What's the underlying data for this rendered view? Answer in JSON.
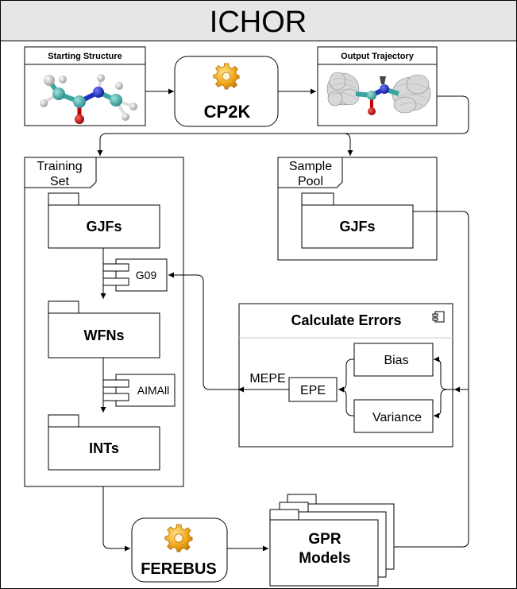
{
  "header": {
    "title": "ICHOR"
  },
  "starting_structure": {
    "label": "Starting Structure"
  },
  "cp2k": {
    "label": "CP2K"
  },
  "output_trajectory": {
    "label": "Output Trajectory"
  },
  "training_set": {
    "tab_line1": "Training",
    "tab_line2": "Set",
    "gjfs": "GJFs",
    "g09": "G09",
    "wfns": "WFNs",
    "aimall": "AIMAll",
    "ints": "INTs"
  },
  "sample_pool": {
    "tab_line1": "Sample",
    "tab_line2": "Pool",
    "gjfs": "GJFs"
  },
  "calculate_errors": {
    "title": "Calculate Errors",
    "bias": "Bias",
    "variance": "Variance",
    "epe": "EPE",
    "mepe": "MEPE"
  },
  "ferebus": {
    "label": "FEREBUS"
  },
  "gpr_models": {
    "line1": "GPR",
    "line2": "Models"
  },
  "colors": {
    "header_bg": "#e6e6e6",
    "gear": "#f0a81e",
    "carbon": "#3aa5a0",
    "nitrogen": "#2030c0",
    "oxygen": "#c00000",
    "hydrogen": "#dddddd"
  }
}
